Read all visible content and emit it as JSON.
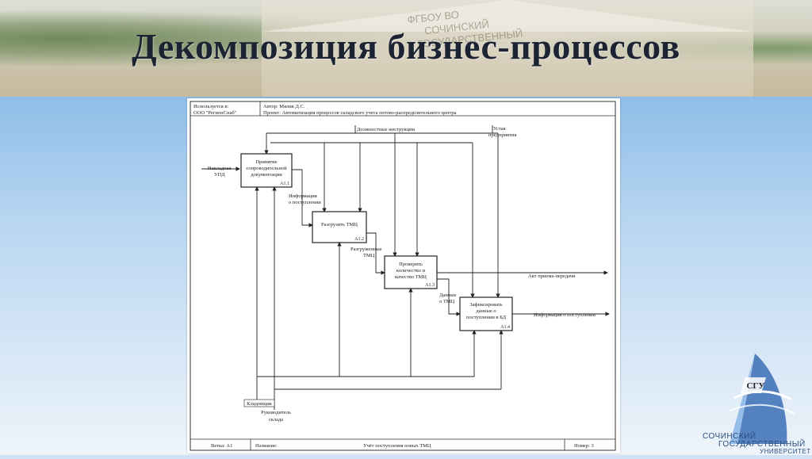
{
  "slide": {
    "title": "Декомпозиция бизнес-процессов"
  },
  "header_photo": {
    "sign_line1": "ФГБОУ ВО",
    "sign_line2": "СОЧИНСКИЙ",
    "sign_line3": "ГОСУДАРСТВЕННЫЙ"
  },
  "diagram": {
    "header": {
      "used_in": "Используется в:",
      "organization": "ООО \"РегионСнаб\"",
      "author": "Автор: Мялик Д.С.",
      "project": "Проект: Автоматизация процессов складского учета оптово-распределительного центра"
    },
    "footer": {
      "node": "Ветка: А1",
      "name_label": "Название:",
      "name": "Учёт поступления новых ТМЦ",
      "number": "Номер: 3"
    },
    "controls": {
      "instructions": "Должностные инструкции",
      "charter_line1": "Устав",
      "charter_line2": "предприятия"
    },
    "inputs": {
      "waybill_line1": "Накладная",
      "waybill_line2": "УПД"
    },
    "mechanisms": {
      "storekeeper": "Кладовщик",
      "manager_line1": "Руководитель",
      "manager_line2": "склада"
    },
    "boxes": [
      {
        "name_lines": [
          "Принятие",
          "сопроводительной",
          "документации"
        ],
        "code": "А1.1"
      },
      {
        "name_lines": [
          "Разгрузить ТМЦ"
        ],
        "code": "А1.2"
      },
      {
        "name_lines": [
          "Проверить",
          "количество и",
          "качество ТМЦ"
        ],
        "code": "А1.3"
      },
      {
        "name_lines": [
          "Зафиксировать",
          "данные о",
          "поступлении в БД"
        ],
        "code": "А1.4"
      }
    ],
    "arrows": {
      "receipt_info_line1": "Информация",
      "receipt_info_line2": "о поступлении",
      "unloaded_line1": "Разгруженные",
      "unloaded_line2": "ТМЦ",
      "acceptance_act": "Акт приема-передачи",
      "tmc_data_line1": "Данные",
      "tmc_data_line2": "о ТМЦ",
      "receipt_info_out": "Информация о поступлении"
    }
  },
  "logo": {
    "abbr": "СГУ",
    "line1": "СОЧИНСКИЙ",
    "line2": "ГОСУДАРСТВЕННЫЙ",
    "line3": "УНИВЕРСИТЕТ"
  }
}
